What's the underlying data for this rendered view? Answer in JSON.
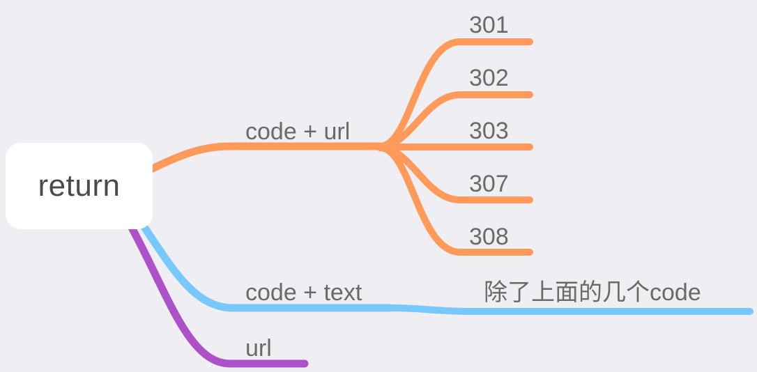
{
  "mindmap": {
    "root": {
      "label": "return"
    },
    "branches": [
      {
        "label": "code + url",
        "color": "#ff9a5a",
        "children": [
          {
            "label": "301"
          },
          {
            "label": "302"
          },
          {
            "label": "303"
          },
          {
            "label": "307"
          },
          {
            "label": "308"
          }
        ]
      },
      {
        "label": "code + text",
        "color": "#78c8fc",
        "children": [
          {
            "label": "除了上面的几个code"
          }
        ]
      },
      {
        "label": "url",
        "color": "#ad51c8",
        "children": []
      }
    ],
    "background": "#efeef3",
    "text_color": "#6a6a6a"
  }
}
